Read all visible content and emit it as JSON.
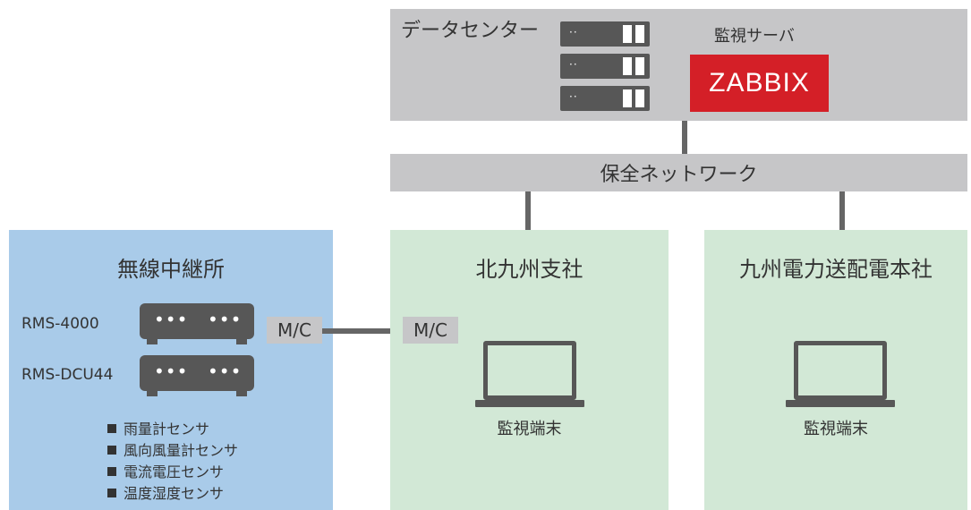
{
  "datacenter": {
    "title": "データセンター",
    "monitor_server_label": "監視サーバ",
    "zabbix_label": "ZABBIX",
    "server_icon": "server-rack-icon"
  },
  "network": {
    "label": "保全ネットワーク"
  },
  "relay_station": {
    "title": "無線中継所",
    "devices": [
      {
        "label": "RMS-4000"
      },
      {
        "label": "RMS-DCU44"
      }
    ],
    "sensors": [
      "雨量計センサ",
      "風向風量計センサ",
      "電流電圧センサ",
      "温度湿度センサ"
    ],
    "mc_label": "M/C"
  },
  "kitakyushu": {
    "title": "北九州支社",
    "mc_label": "M/C",
    "terminal_label": "監視端末"
  },
  "kyushu_hq": {
    "title": "九州電力送配電本社",
    "terminal_label": "監視端末"
  },
  "colors": {
    "gray_panel": "#c6c6c8",
    "dark_device": "#575757",
    "zabbix_red": "#d41f27",
    "relay_blue": "#a9cbe9",
    "branch_green": "#d2e8d6"
  }
}
